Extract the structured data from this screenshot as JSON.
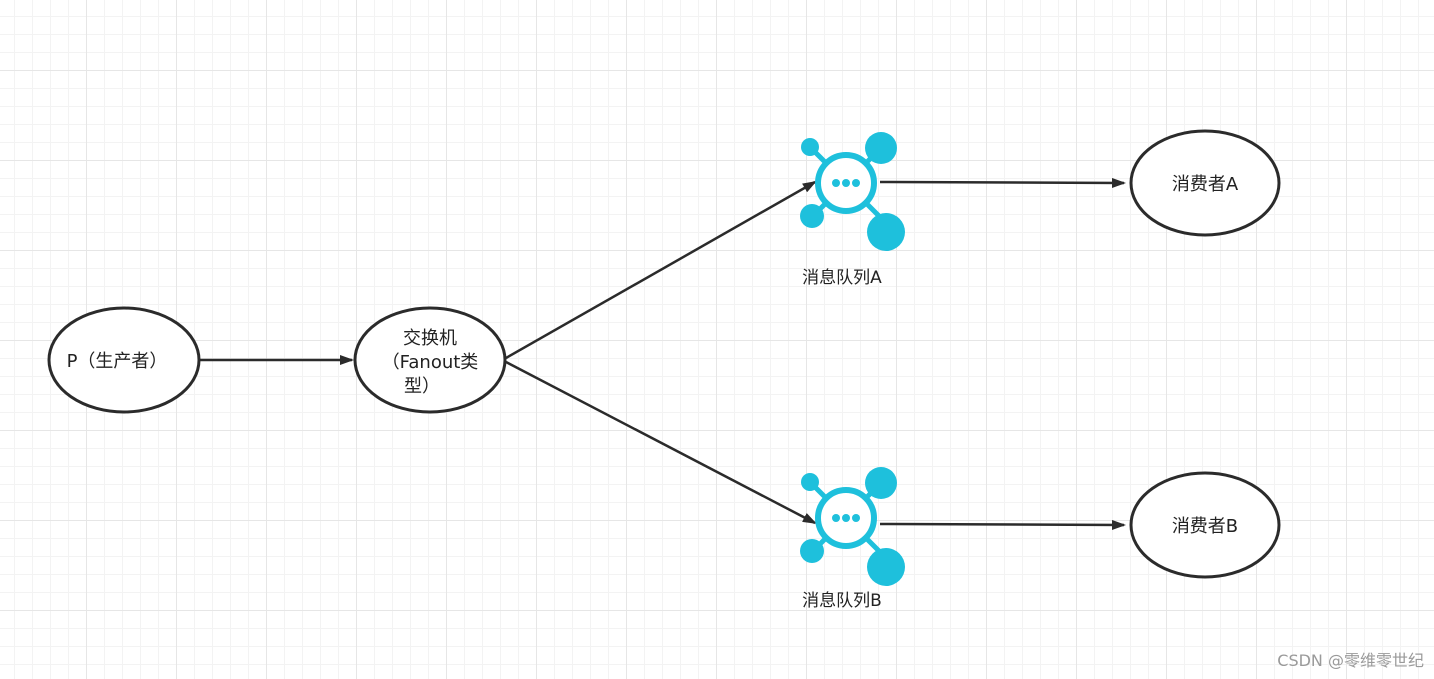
{
  "nodes": {
    "producer": {
      "label": "P（生产者）"
    },
    "exchange": {
      "line1": "交换机",
      "line2": "（Fanout类",
      "line3": "型）"
    },
    "consumer_a": {
      "label": "消费者A"
    },
    "consumer_b": {
      "label": "消费者B"
    }
  },
  "queues": {
    "queue_a": {
      "label": "消息队列A",
      "icon": "message-queue-icon"
    },
    "queue_b": {
      "label": "消息队列B",
      "icon": "message-queue-icon"
    }
  },
  "colors": {
    "queue_icon": "#1ec0dc",
    "stroke": "#2b2b2b"
  },
  "watermark": "CSDN @零维零世纪"
}
